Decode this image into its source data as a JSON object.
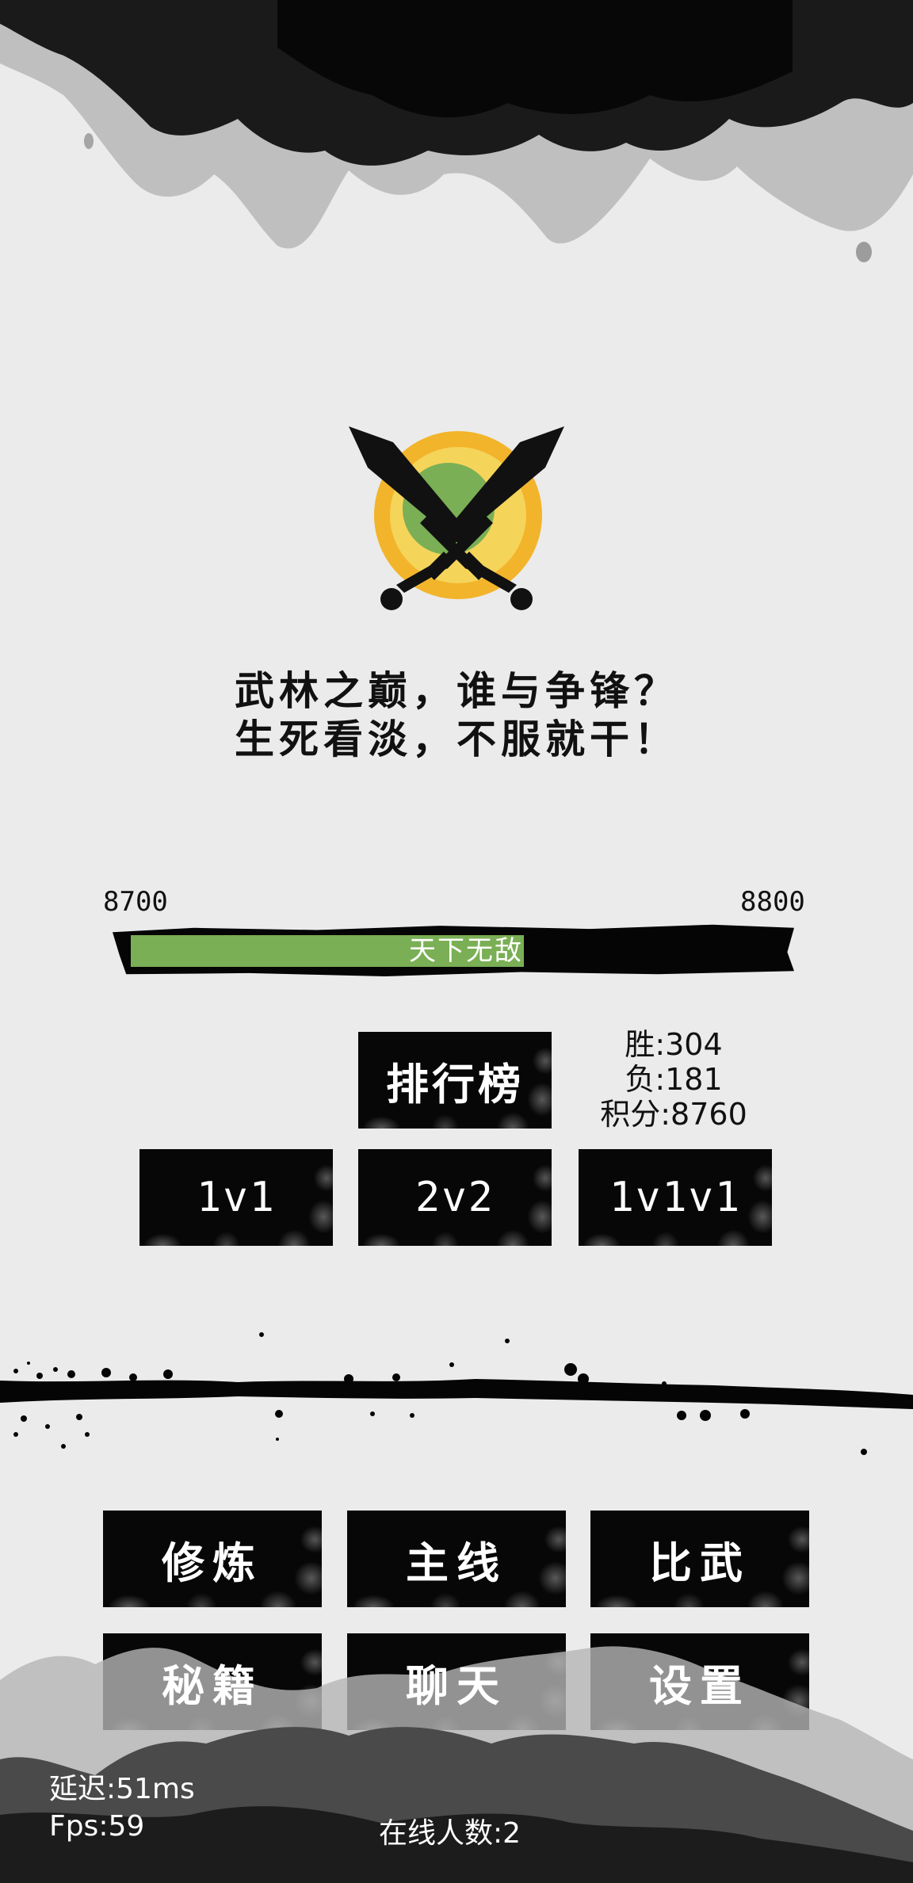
{
  "slogan": {
    "line1": "武林之巅，谁与争锋？",
    "line2": "生死看淡，不服就干！"
  },
  "emblem": {
    "icon": "crossed-swords-icon",
    "colors": {
      "outer": "#f2b42a",
      "inner": "#f5d45a",
      "center": "#7aaf55",
      "swords": "#111111"
    }
  },
  "rank": {
    "min": "8700",
    "max": "8800",
    "title": "天下无敌",
    "current": 8760,
    "progress_percent": 60,
    "fill_color": "#7aaf55"
  },
  "leaderboard_button": "排行榜",
  "stats": {
    "wins": "胜:304",
    "losses": "负:181",
    "score": "积分:8760"
  },
  "modes": [
    "1v1",
    "2v2",
    "1v1v1"
  ],
  "menu": [
    [
      "修炼",
      "主线",
      "比武"
    ],
    [
      "秘籍",
      "聊天",
      "设置"
    ]
  ],
  "footer": {
    "latency": "延迟:51ms",
    "fps": "Fps:59",
    "online": "在线人数:2"
  }
}
